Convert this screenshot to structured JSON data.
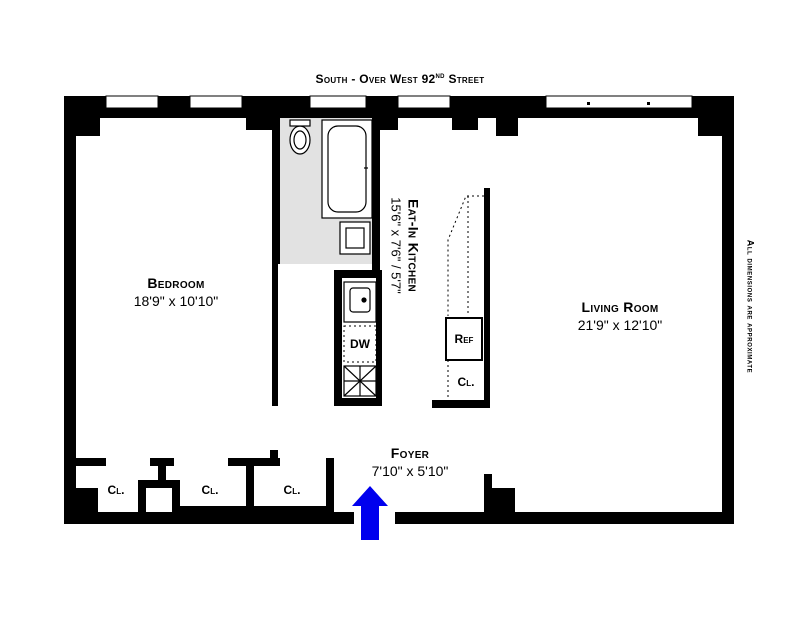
{
  "header": {
    "orientation_prefix": "South - Over West 92",
    "ordinal_suffix": "nd",
    "street_suffix": " Street"
  },
  "note": "All dimensions are approximate",
  "rooms": {
    "bedroom": {
      "name": "Bedroom",
      "dims": "18'9\"  x  10'10\""
    },
    "kitchen": {
      "name": "Eat-In Kitchen",
      "dims": "15'6\" x 7'6\" / 5'7\""
    },
    "living": {
      "name": "Living Room",
      "dims": "21'9\"  x  12'10\""
    },
    "foyer": {
      "name": "Foyer",
      "dims": "7'10\"  x  5'10\""
    }
  },
  "closets": {
    "closet_1": "Cl.",
    "closet_2": "Cl.",
    "closet_3": "Cl.",
    "closet_4": "Cl."
  },
  "fixtures": {
    "dishwasher": "DW",
    "refrigerator": "Ref"
  },
  "colors": {
    "wall": "#000000",
    "bath_floor": "#e2e2e2",
    "entry_arrow": "#0000ee",
    "window": "#ffffff"
  },
  "icons": [
    "entry-arrow-icon",
    "toilet-icon",
    "bathtub-icon",
    "sink-icon",
    "stove-icon"
  ]
}
